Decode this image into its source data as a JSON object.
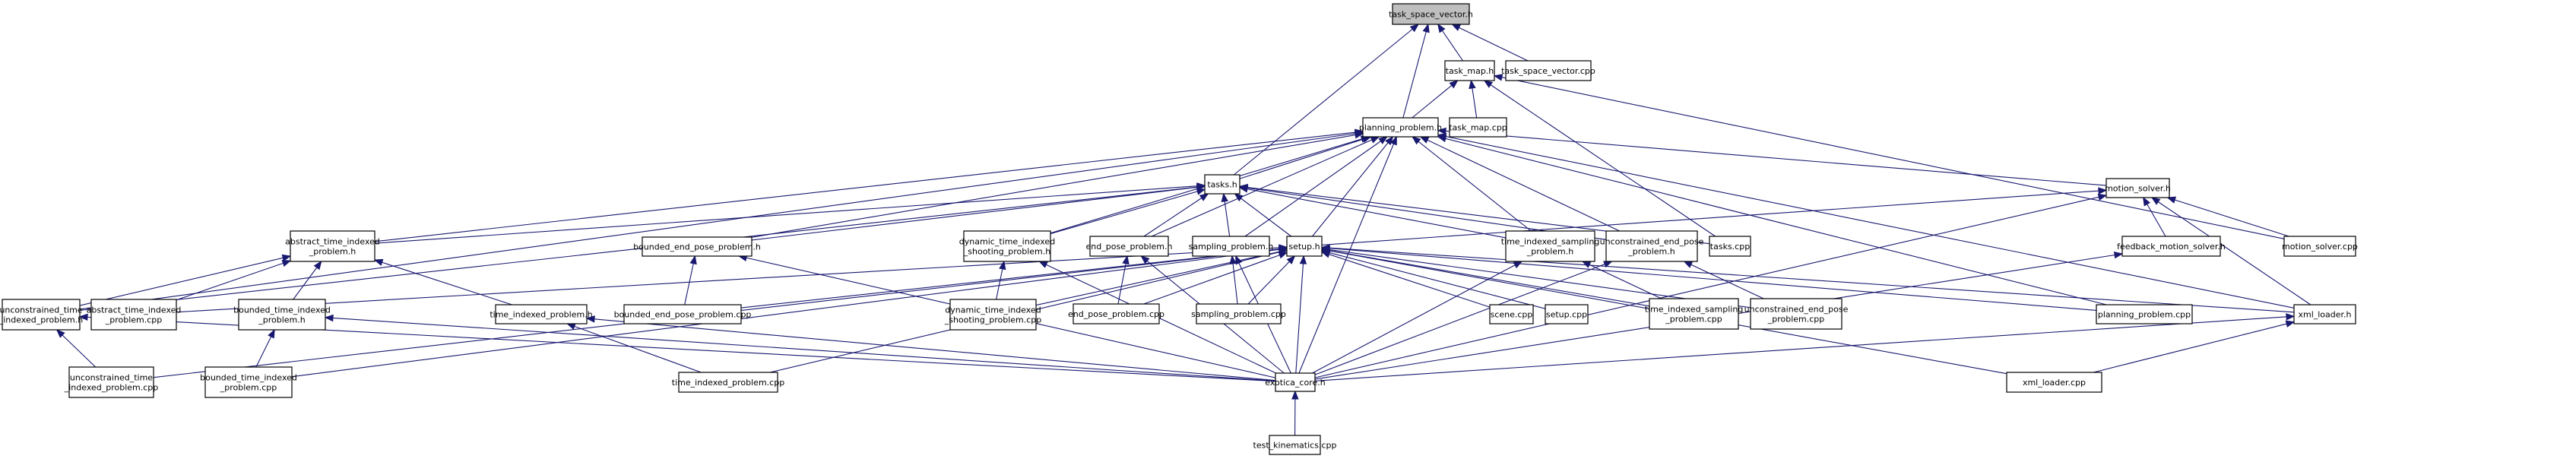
{
  "graph": {
    "title": "Include dependency graph",
    "edge_color": "#191970",
    "root_fill": "#bfbfbf",
    "nodes": [
      {
        "id": "tsv_h",
        "label": [
          "task_space_vector.h"
        ],
        "root": true
      },
      {
        "id": "task_map_h",
        "label": [
          "task_map.h"
        ]
      },
      {
        "id": "tsv_cpp",
        "label": [
          "task_space_vector.cpp"
        ]
      },
      {
        "id": "planning_problem_h",
        "label": [
          "planning_problem.h"
        ]
      },
      {
        "id": "task_map_cpp",
        "label": [
          "task_map.cpp"
        ]
      },
      {
        "id": "tasks_h",
        "label": [
          "tasks.h"
        ]
      },
      {
        "id": "abstract_tip_h",
        "label": [
          "abstract_time_indexed",
          "_problem.h"
        ]
      },
      {
        "id": "uncon_tip_h",
        "label": [
          "unconstrained_time",
          "_indexed_problem.h"
        ]
      },
      {
        "id": "abstract_tip_cpp",
        "label": [
          "abstract_time_indexed",
          "_problem.cpp"
        ]
      },
      {
        "id": "bounded_tip_h",
        "label": [
          "bounded_time_indexed",
          "_problem.h"
        ]
      },
      {
        "id": "tip_h",
        "label": [
          "time_indexed_problem.h"
        ]
      },
      {
        "id": "uncon_tip_cpp",
        "label": [
          "unconstrained_time",
          "_indexed_problem.cpp"
        ]
      },
      {
        "id": "bounded_tip_cpp",
        "label": [
          "bounded_time_indexed",
          "_problem.cpp"
        ]
      },
      {
        "id": "bep_h",
        "label": [
          "bounded_end_pose_problem.h"
        ]
      },
      {
        "id": "bep_cpp",
        "label": [
          "bounded_end_pose_problem.cpp"
        ]
      },
      {
        "id": "tip_cpp",
        "label": [
          "time_indexed_problem.cpp"
        ]
      },
      {
        "id": "dtisp_h",
        "label": [
          "dynamic_time_indexed",
          "_shooting_problem.h"
        ]
      },
      {
        "id": "dtisp_cpp",
        "label": [
          "dynamic_time_indexed",
          "_shooting_problem.cpp"
        ]
      },
      {
        "id": "ep_h",
        "label": [
          "end_pose_problem.h"
        ]
      },
      {
        "id": "ep_cpp",
        "label": [
          "end_pose_problem.cpp"
        ]
      },
      {
        "id": "sp_h",
        "label": [
          "sampling_problem.h"
        ]
      },
      {
        "id": "sp_cpp",
        "label": [
          "sampling_problem.cpp"
        ]
      },
      {
        "id": "setup_h",
        "label": [
          "setup.h"
        ]
      },
      {
        "id": "scene_cpp",
        "label": [
          "scene.cpp"
        ]
      },
      {
        "id": "setup_cpp",
        "label": [
          "setup.cpp"
        ]
      },
      {
        "id": "tisp_h",
        "label": [
          "time_indexed_sampling",
          "_problem.h"
        ]
      },
      {
        "id": "uep_h",
        "label": [
          "unconstrained_end_pose",
          "_problem.h"
        ]
      },
      {
        "id": "tasks_cpp",
        "label": [
          "tasks.cpp"
        ]
      },
      {
        "id": "tisp_cpp",
        "label": [
          "time_indexed_sampling",
          "_problem.cpp"
        ]
      },
      {
        "id": "uep_cpp",
        "label": [
          "unconstrained_end_pose",
          "_problem.cpp"
        ]
      },
      {
        "id": "motion_solver_h",
        "label": [
          "motion_solver.h"
        ]
      },
      {
        "id": "fms_h",
        "label": [
          "feedback_motion_solver.h"
        ]
      },
      {
        "id": "motion_solver_cpp",
        "label": [
          "motion_solver.cpp"
        ]
      },
      {
        "id": "planning_problem_cpp",
        "label": [
          "planning_problem.cpp"
        ]
      },
      {
        "id": "xml_loader_h",
        "label": [
          "xml_loader.h"
        ]
      },
      {
        "id": "exotica_core_h",
        "label": [
          "exotica_core.h"
        ]
      },
      {
        "id": "test_kinematics_cpp",
        "label": [
          "test_kinematics.cpp"
        ]
      },
      {
        "id": "xml_loader_cpp",
        "label": [
          "xml_loader.cpp"
        ]
      }
    ],
    "edges": [
      [
        "task_map_h",
        "tsv_h"
      ],
      [
        "tsv_cpp",
        "tsv_h"
      ],
      [
        "planning_problem_h",
        "tsv_h"
      ],
      [
        "tasks_h",
        "tsv_h"
      ],
      [
        "planning_problem_h",
        "task_map_h"
      ],
      [
        "task_map_cpp",
        "task_map_h"
      ],
      [
        "tasks_cpp",
        "task_map_h"
      ],
      [
        "motion_solver_cpp",
        "task_map_h"
      ],
      [
        "tasks_h",
        "planning_problem_h"
      ],
      [
        "abstract_tip_h",
        "planning_problem_h"
      ],
      [
        "uncon_tip_h",
        "planning_problem_h"
      ],
      [
        "bep_h",
        "planning_problem_h"
      ],
      [
        "dtisp_h",
        "planning_problem_h"
      ],
      [
        "ep_h",
        "planning_problem_h"
      ],
      [
        "sp_h",
        "planning_problem_h"
      ],
      [
        "setup_h",
        "planning_problem_h"
      ],
      [
        "tisp_h",
        "planning_problem_h"
      ],
      [
        "uep_h",
        "planning_problem_h"
      ],
      [
        "motion_solver_h",
        "planning_problem_h"
      ],
      [
        "planning_problem_cpp",
        "planning_problem_h"
      ],
      [
        "xml_loader_h",
        "planning_problem_h"
      ],
      [
        "exotica_core_h",
        "planning_problem_h"
      ],
      [
        "abstract_tip_h",
        "tasks_h"
      ],
      [
        "uncon_tip_h",
        "tasks_h"
      ],
      [
        "bep_h",
        "tasks_h"
      ],
      [
        "dtisp_h",
        "tasks_h"
      ],
      [
        "ep_h",
        "tasks_h"
      ],
      [
        "sp_h",
        "tasks_h"
      ],
      [
        "tisp_h",
        "tasks_h"
      ],
      [
        "uep_h",
        "tasks_h"
      ],
      [
        "tasks_cpp",
        "tasks_h"
      ],
      [
        "setup_h",
        "tasks_h"
      ],
      [
        "uncon_tip_h",
        "abstract_tip_h"
      ],
      [
        "abstract_tip_cpp",
        "abstract_tip_h"
      ],
      [
        "bounded_tip_h",
        "abstract_tip_h"
      ],
      [
        "tip_h",
        "abstract_tip_h"
      ],
      [
        "uncon_tip_cpp",
        "uncon_tip_h"
      ],
      [
        "exotica_core_h",
        "uncon_tip_h"
      ],
      [
        "bounded_tip_cpp",
        "bounded_tip_h"
      ],
      [
        "exotica_core_h",
        "bounded_tip_h"
      ],
      [
        "tip_cpp",
        "tip_h"
      ],
      [
        "exotica_core_h",
        "tip_h"
      ],
      [
        "bep_cpp",
        "bep_h"
      ],
      [
        "exotica_core_h",
        "bep_h"
      ],
      [
        "dtisp_cpp",
        "dtisp_h"
      ],
      [
        "exotica_core_h",
        "dtisp_h"
      ],
      [
        "ep_cpp",
        "ep_h"
      ],
      [
        "exotica_core_h",
        "ep_h"
      ],
      [
        "sp_cpp",
        "sp_h"
      ],
      [
        "exotica_core_h",
        "sp_h"
      ],
      [
        "tisp_cpp",
        "tisp_h"
      ],
      [
        "exotica_core_h",
        "tisp_h"
      ],
      [
        "uep_cpp",
        "uep_h"
      ],
      [
        "exotica_core_h",
        "uep_h"
      ],
      [
        "uncon_tip_cpp",
        "setup_h"
      ],
      [
        "abstract_tip_cpp",
        "setup_h"
      ],
      [
        "bounded_tip_cpp",
        "setup_h"
      ],
      [
        "bep_cpp",
        "setup_h"
      ],
      [
        "dtisp_cpp",
        "setup_h"
      ],
      [
        "ep_cpp",
        "setup_h"
      ],
      [
        "sp_cpp",
        "setup_h"
      ],
      [
        "scene_cpp",
        "setup_h"
      ],
      [
        "setup_cpp",
        "setup_h"
      ],
      [
        "tisp_cpp",
        "setup_h"
      ],
      [
        "uep_cpp",
        "setup_h"
      ],
      [
        "planning_problem_cpp",
        "setup_h"
      ],
      [
        "xml_loader_h",
        "setup_h"
      ],
      [
        "tip_cpp",
        "setup_h"
      ],
      [
        "exotica_core_h",
        "setup_h"
      ],
      [
        "xml_loader_cpp",
        "setup_h"
      ],
      [
        "setup_h",
        "motion_solver_h"
      ],
      [
        "fms_h",
        "motion_solver_h"
      ],
      [
        "motion_solver_cpp",
        "motion_solver_h"
      ],
      [
        "xml_loader_h",
        "motion_solver_h"
      ],
      [
        "exotica_core_h",
        "motion_solver_h"
      ],
      [
        "exotica_core_h",
        "fms_h"
      ],
      [
        "exotica_core_h",
        "xml_loader_h"
      ],
      [
        "xml_loader_cpp",
        "xml_loader_h"
      ],
      [
        "test_kinematics_cpp",
        "exotica_core_h"
      ]
    ]
  }
}
